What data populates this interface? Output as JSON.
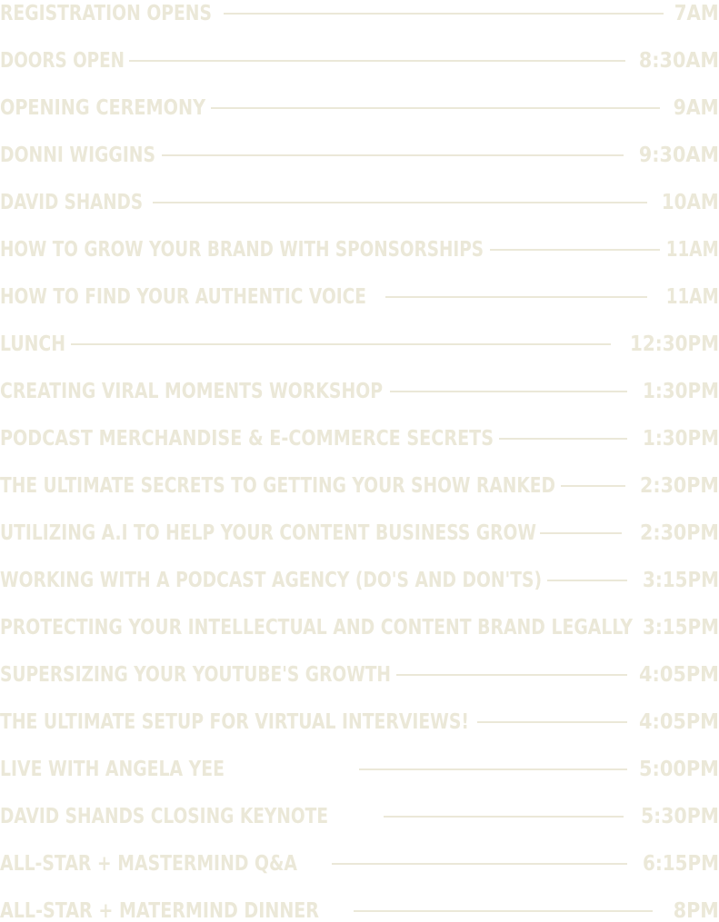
{
  "colors": {
    "text": "#ebe8d8",
    "line": "#ebe8d8",
    "background": "#ffffff"
  },
  "schedule": [
    {
      "title": "Registration Opens",
      "time": "7AM"
    },
    {
      "title": "Doors Open",
      "time": "8:30AM"
    },
    {
      "title": "Opening Ceremony",
      "time": "9AM"
    },
    {
      "title": "Donni Wiggins",
      "time": "9:30AM"
    },
    {
      "title": "David Shands",
      "time": "10AM"
    },
    {
      "title": "How to Grow Your Brand With Sponsorships",
      "time": "11AM"
    },
    {
      "title": "How to Find Your Authentic Voice",
      "time": "11AM"
    },
    {
      "title": "Lunch",
      "time": "12:30PM"
    },
    {
      "title": "Creating Viral Moments Workshop",
      "time": "1:30PM"
    },
    {
      "title": "Podcast Merchandise & E-Commerce Secrets",
      "time": "1:30PM"
    },
    {
      "title": "The Ultimate Secrets To Getting Your Show Ranked",
      "time": "2:30PM"
    },
    {
      "title": "Utilizing A.I To Help Your Content Business Grow",
      "time": "2:30PM"
    },
    {
      "title": "Working With A Podcast Agency (Do's and Don'ts)",
      "time": "3:15PM"
    },
    {
      "title": "Protecting Your Intellectual And Content Brand Legally",
      "time": "3:15PM"
    },
    {
      "title": "Supersizing Your YouTube's Growth",
      "time": "4:05PM"
    },
    {
      "title": "The Ultimate Setup For Virtual Interviews!",
      "time": "4:05PM"
    },
    {
      "title": "Live With Angela Yee",
      "time": "5:00PM"
    },
    {
      "title": "David Shands Closing Keynote",
      "time": "5:30PM"
    },
    {
      "title": "All-Star + Mastermind Q&A",
      "time": "6:15PM"
    },
    {
      "title": "All-Star + Matermind Dinner",
      "time": "8PM"
    }
  ]
}
